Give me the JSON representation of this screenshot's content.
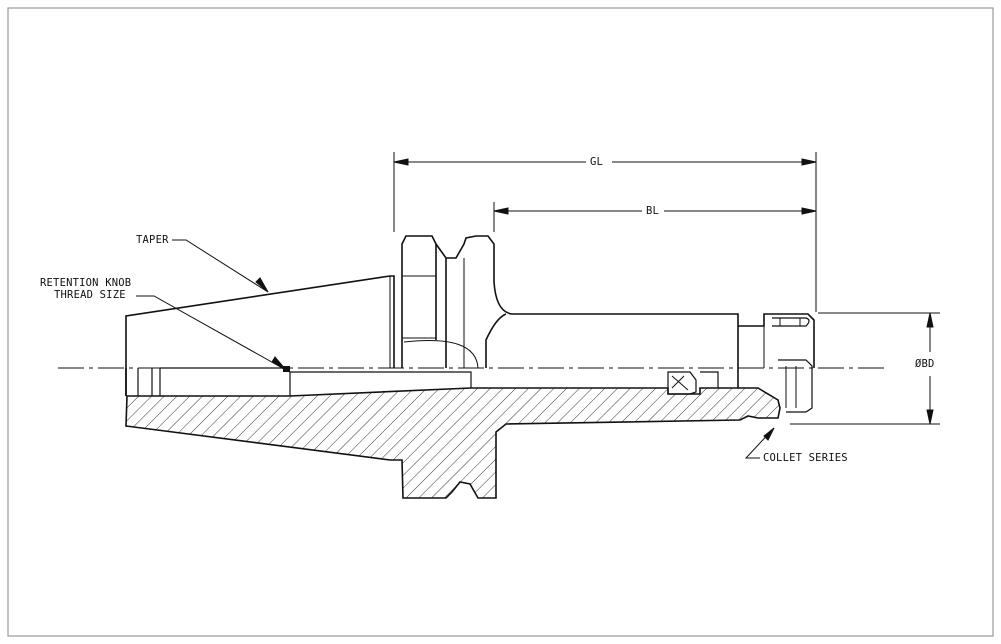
{
  "labels": {
    "gl": "GL",
    "bl": "BL",
    "taper": "TAPER",
    "retention_line1": "RETENTION KNOB",
    "retention_line2": "THREAD SIZE",
    "collet_series": "COLLET SERIES",
    "bore_diameter": "ØBD"
  },
  "colors": {
    "line": "#111111",
    "frame": "#999999"
  }
}
